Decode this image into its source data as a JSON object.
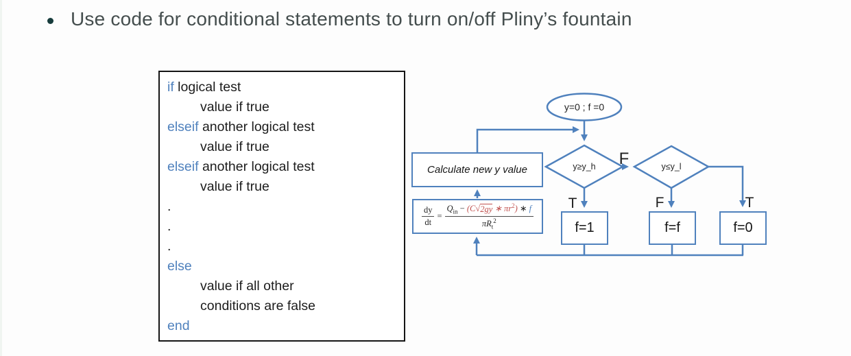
{
  "title": {
    "bullet": "•",
    "text": "Use code for conditional statements to turn on/off Pliny’s fountain"
  },
  "colors": {
    "flowchart_blue": "#4f81bd",
    "formula_red": "#c0504d",
    "keyword_blue": "#4f81bd",
    "title_gray": "#454e4e",
    "code_border_black": "#141414"
  },
  "code": {
    "lines": [
      {
        "kw": "if",
        "text": " logical test"
      },
      {
        "kw": "",
        "text": "value if true"
      },
      {
        "kw": "elseif",
        "text": " another logical test"
      },
      {
        "kw": "",
        "text": "value if true"
      },
      {
        "kw": "elseif",
        "text": " another logical test"
      },
      {
        "kw": "",
        "text": "value if true"
      },
      {
        "kw": "",
        "text": "."
      },
      {
        "kw": "",
        "text": "."
      },
      {
        "kw": "",
        "text": "."
      },
      {
        "kw": "else",
        "text": ""
      },
      {
        "kw": "",
        "text": "value if all other"
      },
      {
        "kw": "",
        "text": "conditions are false"
      },
      {
        "kw": "end",
        "text": ""
      }
    ]
  },
  "flowchart": {
    "start_ellipse": "y=0 ; f =0",
    "calc_box": "Calculate new y value",
    "diamond_high": "y≥y_h",
    "diamond_low": "y≤y_l",
    "label_true_1": "T",
    "label_false_mid": "F",
    "label_false_2": "F",
    "label_true_2": "T",
    "box_f1": "f=1",
    "box_ff": "f=f",
    "box_f0": "f=0",
    "formula": {
      "lhs_num": "dy",
      "lhs_den": "dt",
      "equals": "=",
      "q": "Q",
      "q_sub": "in",
      "minus": " − ",
      "red_open": "(C√",
      "red_radicand": "2gy",
      "red_mid": " ∗ πr",
      "red_sup": "2",
      "red_close": ")",
      "ast": " ∗ ",
      "f": "f",
      "den_main": "πR",
      "den_sub": "t",
      "den_sup": "2"
    }
  }
}
